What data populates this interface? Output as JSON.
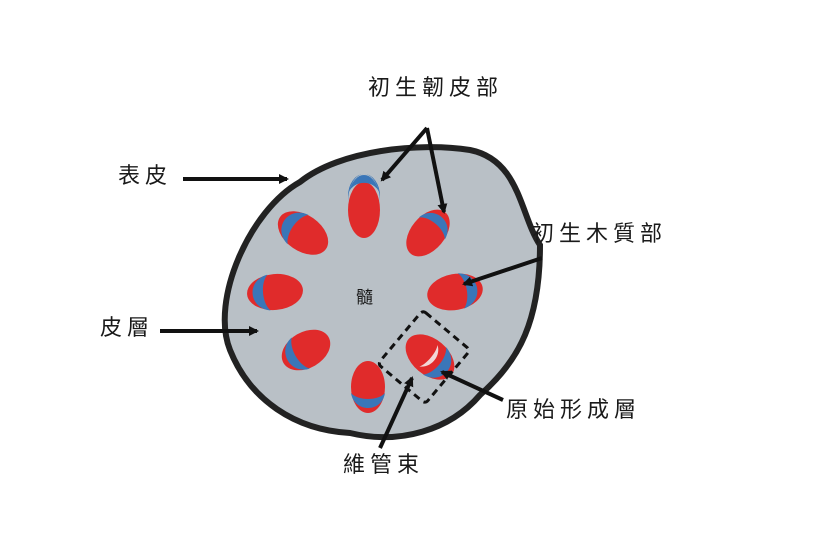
{
  "diagram": {
    "labels": {
      "phloem": "初生韌皮部",
      "epidermis": "表皮",
      "xylem": "初生木質部",
      "cortex": "皮層",
      "pith": "髓",
      "cambium": "原始形成層",
      "bundle": "維管束"
    },
    "colors": {
      "stem_fill": "#b9c0c6",
      "stem_outline": "#222222",
      "xylem": "#e02b2b",
      "phloem": "#3a76b8",
      "cambium_band": "#f2d6d6",
      "arrow": "#111111"
    }
  }
}
